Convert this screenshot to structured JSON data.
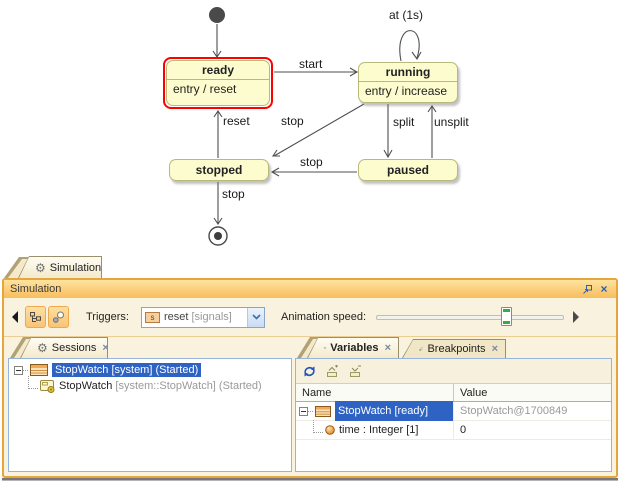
{
  "diagram": {
    "states": {
      "ready": {
        "name": "ready",
        "entry": "entry / reset"
      },
      "running": {
        "name": "running",
        "entry": "entry / increase"
      },
      "stopped": {
        "name": "stopped"
      },
      "paused": {
        "name": "paused"
      }
    },
    "transitions": {
      "start": "start",
      "at_1s": "at (1s)",
      "reset": "reset",
      "stop_from_running": "stop",
      "split": "split",
      "unsplit": "unsplit",
      "stop_from_paused": "stop",
      "stop_to_final": "stop"
    }
  },
  "simulation_window": {
    "tab_label": "Simulation",
    "title": "Simulation",
    "toolbar": {
      "triggers_label": "Triggers:",
      "trigger_value": "reset",
      "trigger_kind": "[signals]",
      "animation_speed_label": "Animation speed:"
    }
  },
  "sessions_panel": {
    "tab_label": "Sessions",
    "root_item": "StopWatch [system] (Started)",
    "child_item_name": "StopWatch",
    "child_item_detail": "[system::StopWatch] (Started)"
  },
  "variables_panel": {
    "tab_label": "Variables",
    "breakpoints_tab_label": "Breakpoints",
    "columns": [
      "Name",
      "Value"
    ],
    "rows": [
      {
        "name": "StopWatch [ready]",
        "value": "StopWatch@1700849"
      },
      {
        "name": "time : Integer [1]",
        "value": "0"
      }
    ]
  },
  "icons": {
    "gear": "⚙",
    "close": "×",
    "combo_chevron": "v",
    "signal_letter": "s"
  },
  "colors": {
    "selection_blue": "#2E63C4",
    "state_fill": "#FCFCCE",
    "state_border": "#B9B97C",
    "selected_state_outline": "#FF0000",
    "window_border": "#E5A63E",
    "titlebar_top": "#FEE3A0",
    "titlebar_bottom": "#F9BD5C",
    "slider_thumb_green": "#35AF3C"
  }
}
